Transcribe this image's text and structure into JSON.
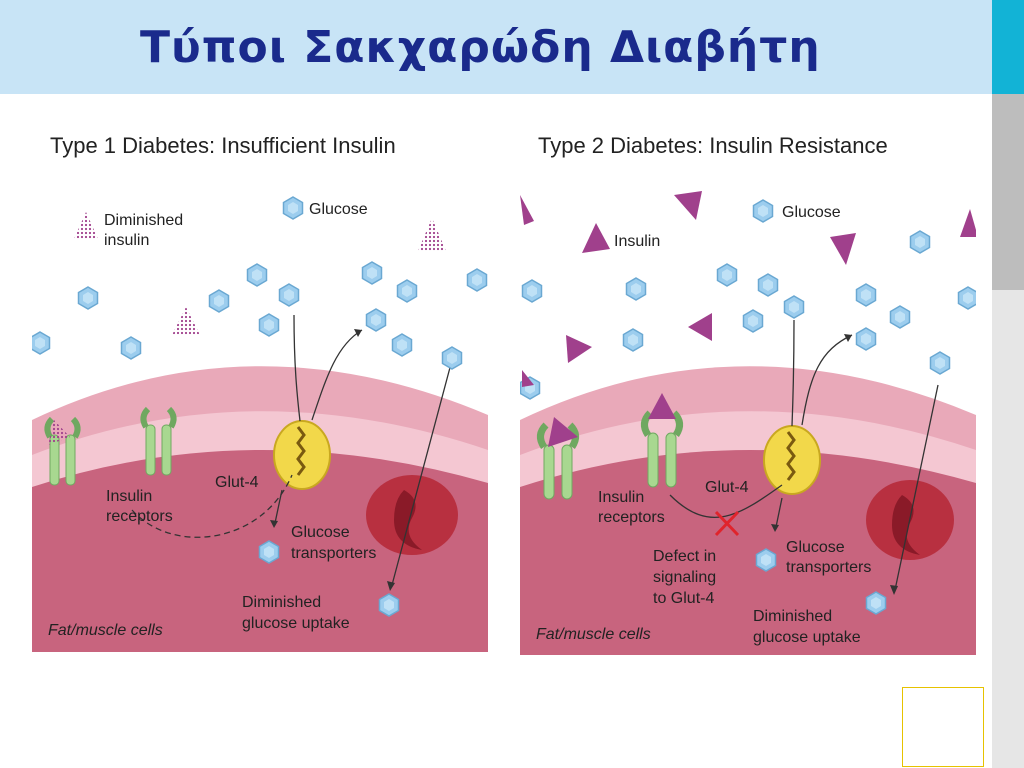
{
  "slide": {
    "title": "Τύποι Σακχαρώδη Διαβήτη"
  },
  "panel1": {
    "heading": "Type 1 Diabetes: Insufficient Insulin",
    "diminished_insulin_l1": "Diminished",
    "diminished_insulin_l2": "insulin",
    "glucose": "Glucose",
    "glut4": "Glut-4",
    "receptors_l1": "Insulin",
    "receptors_l2": "receptors",
    "transporters_l1": "Glucose",
    "transporters_l2": "transporters",
    "uptake_l1": "Diminished",
    "uptake_l2": "glucose uptake",
    "cells": "Fat/muscle cells"
  },
  "panel2": {
    "heading": "Type 2 Diabetes: Insulin Resistance",
    "insulin": "Insulin",
    "glucose": "Glucose",
    "glut4": "Glut-4",
    "receptors_l1": "Insulin",
    "receptors_l2": "receptors",
    "defect_l1": "Defect in",
    "defect_l2": "signaling",
    "defect_l3": "to Glut-4",
    "transporters_l1": "Glucose",
    "transporters_l2": "transporters",
    "uptake_l1": "Diminished",
    "uptake_l2": "glucose uptake",
    "cells": "Fat/muscle cells"
  },
  "colors": {
    "title": "#1a2a8c",
    "title_bar": "#c8e4f6",
    "rail_accent": "#12b3d6",
    "cell_membrane": "#e8a5b5",
    "cell_interior": "#c8607c",
    "glucose": "#8cc4e8",
    "insulin": "#a0408c",
    "glut4": "#f2d84a",
    "receptor": "#a8d890"
  }
}
